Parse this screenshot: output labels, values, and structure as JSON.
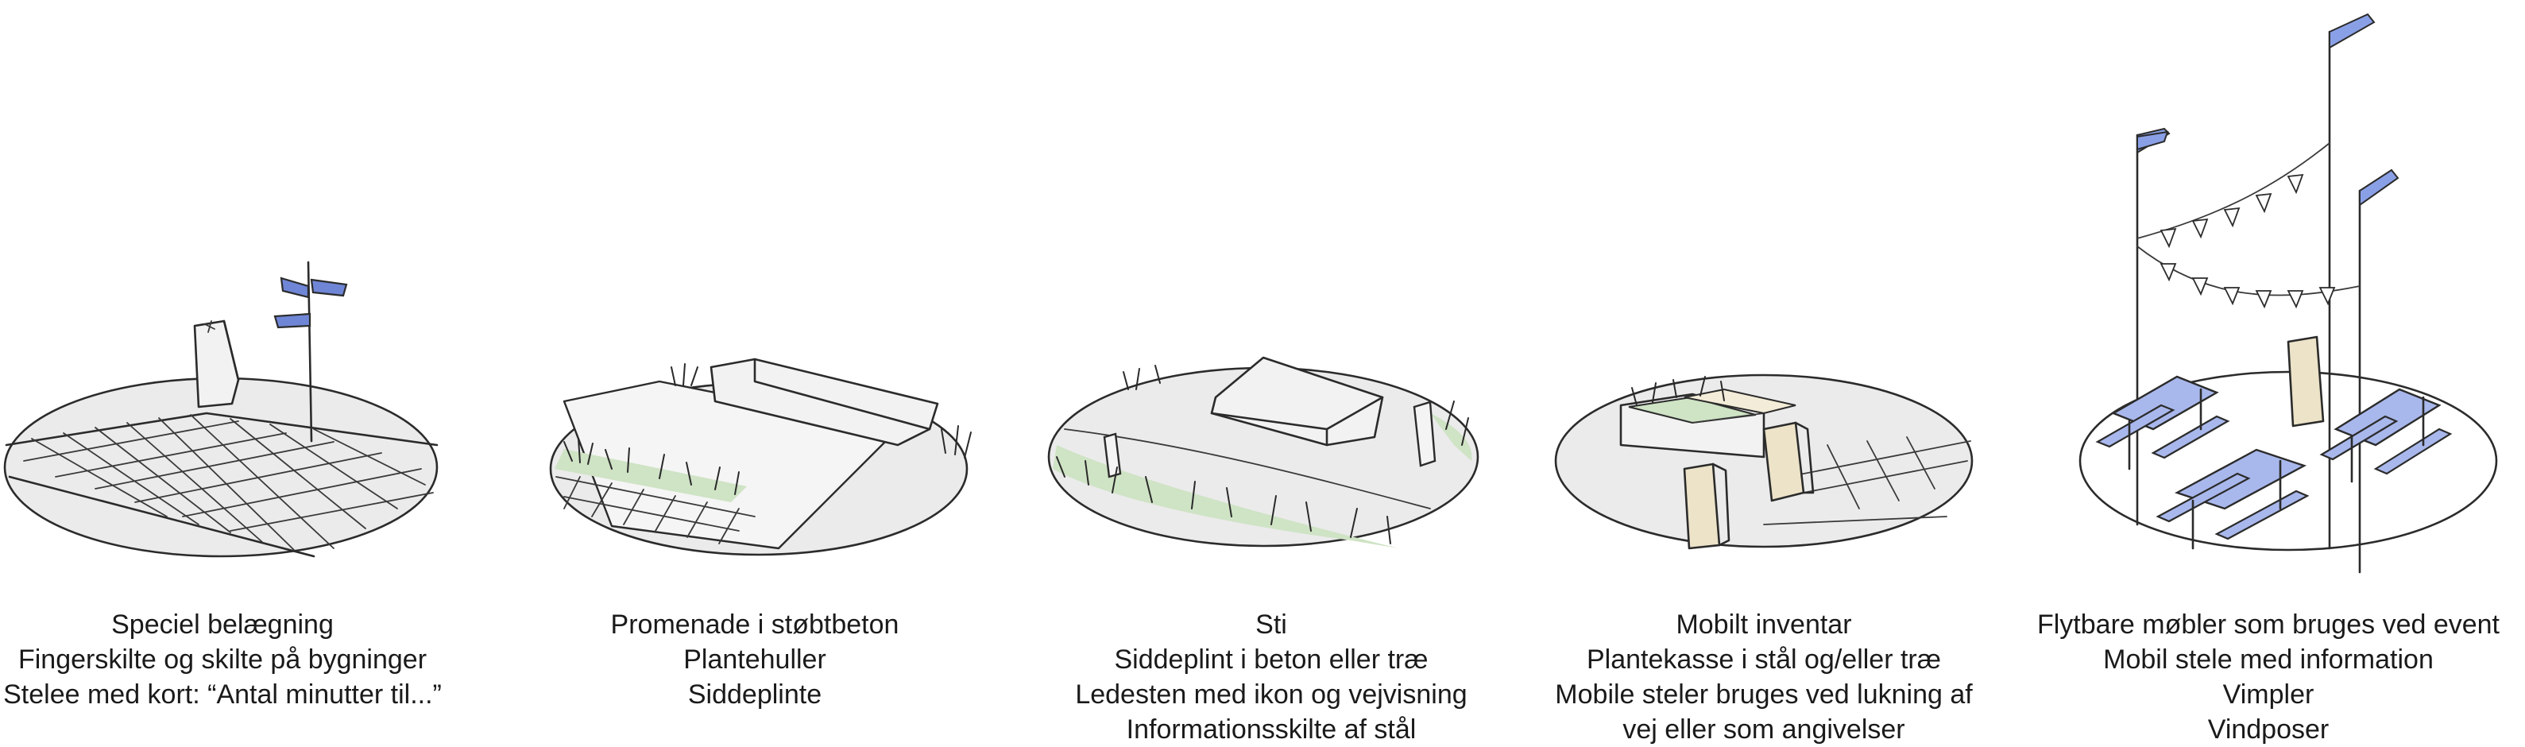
{
  "colors": {
    "ground": "#ebebeb",
    "ink": "#2b2b2b",
    "grass_tint": "#cfe3c5",
    "stele": "#ece3c8",
    "furniture": "#a9b8ec",
    "accent_blue": "#6f86d6"
  },
  "panels": [
    {
      "lines": [
        "Speciel belægning",
        "Fingerskilte og skilte på bygninger",
        "Stelee med kort: “Antal minutter til...”"
      ]
    },
    {
      "lines": [
        "Promenade i støbtbeton",
        "Plantehuller",
        "Siddeplinte"
      ]
    },
    {
      "lines": [
        "Sti",
        "Siddeplint i beton eller træ",
        "Ledesten med ikon og vejvisning",
        "Informationsskilte af stål"
      ]
    },
    {
      "lines": [
        "Mobilt inventar",
        "Plantekasse i stål og/eller træ",
        "Mobile steler bruges ved lukning af",
        "vej eller som angivelser"
      ]
    },
    {
      "lines": [
        "Flytbare møbler som bruges ved event",
        "Mobil stele med information",
        "Vimpler",
        "Vindposer"
      ]
    }
  ]
}
